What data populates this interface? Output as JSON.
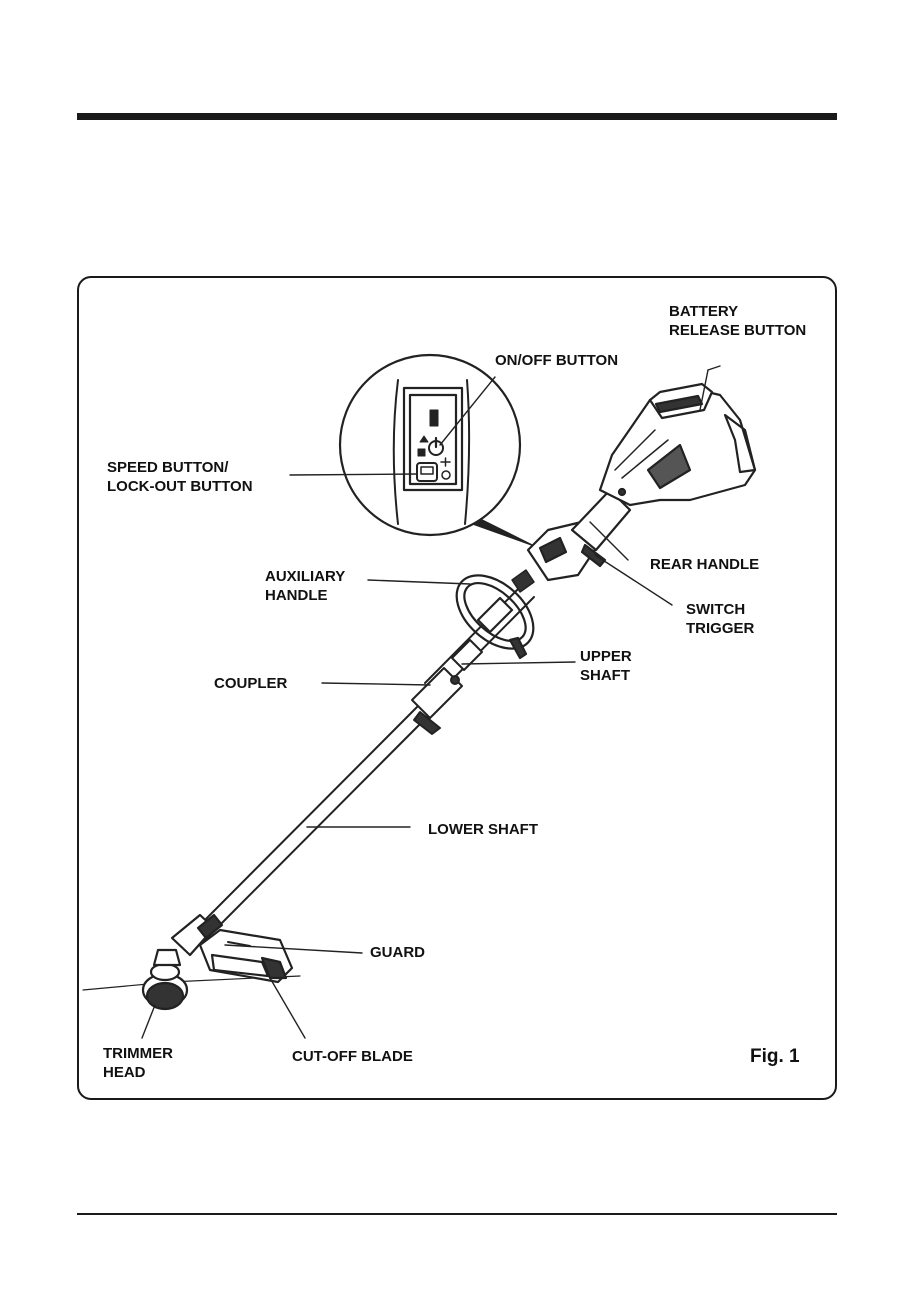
{
  "labels": {
    "battery_release": "BATTERY\nRELEASE BUTTON",
    "on_off": "ON/OFF BUTTON",
    "speed_lockout": "SPEED BUTTON/\nLOCK-OUT BUTTON",
    "auxiliary_handle": "AUXILIARY\nHANDLE",
    "rear_handle": "REAR HANDLE",
    "switch_trigger": "SWITCH\nTRIGGER",
    "upper_shaft": "UPPER\nSHAFT",
    "coupler": "COUPLER",
    "lower_shaft": "LOWER SHAFT",
    "guard": "GUARD",
    "trimmer_head": "TRIMMER\nHEAD",
    "cut_off_blade": "CUT-OFF BLADE"
  },
  "figure_label": "Fig. 1"
}
